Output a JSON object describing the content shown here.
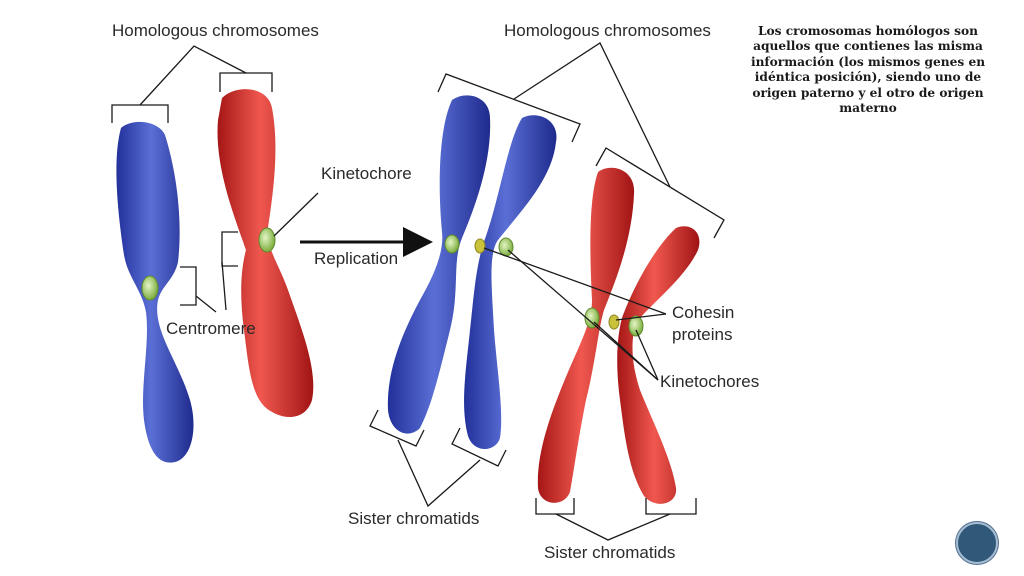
{
  "labels": {
    "homologous_left": "Homologous chromosomes",
    "homologous_right": "Homologous chromosomes",
    "kinetochore": "Kinetochore",
    "replication": "Replication",
    "centromere": "Centromere",
    "cohesin_line1": "Cohesin",
    "cohesin_line2": "proteins",
    "kinetochores": "Kinetochores",
    "sister_left": "Sister chromatids",
    "sister_right": "Sister chromatids"
  },
  "description": "Los cromosomas homólogos son aquellos que contienes las misma información (los mismos genes en idéntica posición), siendo uno de origen paterno y el otro de origen materno",
  "colors": {
    "paternal_chromosome": "#3b4fb3",
    "maternal_chromosome": "#d42a2a",
    "kinetochore": "#9ccf62",
    "cohesin": "#c9c23a",
    "badge": "#2f5879"
  }
}
